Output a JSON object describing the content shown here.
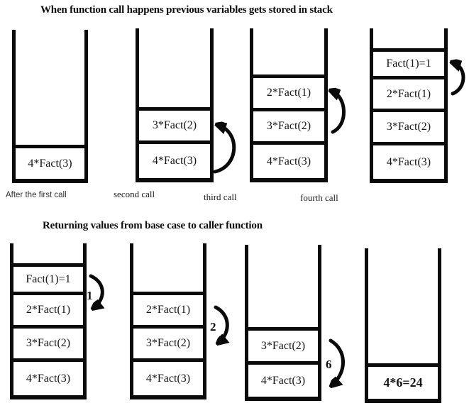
{
  "titles": {
    "call_phase": "When function call happens previous variables gets stored in stack",
    "return_phase": "Returning values from base case to caller function"
  },
  "colors": {
    "ink": "#0a0a0a",
    "paper": "#ffffff"
  },
  "call_phase": {
    "stacks": [
      {
        "caption": "After the first call",
        "cells": [
          "4*Fact(3)"
        ]
      },
      {
        "caption": "second call",
        "cells": [
          "3*Fact(2)",
          "4*Fact(3)"
        ],
        "arrow": {
          "direction": "up"
        }
      },
      {
        "caption": "third call",
        "cells": [
          "2*Fact(1)",
          "3*Fact(2)",
          "4*Fact(3)"
        ],
        "arrow": {
          "direction": "up"
        }
      },
      {
        "caption": "fourth call",
        "cells": [
          "Fact(1)=1",
          "2*Fact(1)",
          "3*Fact(2)",
          "4*Fact(3)"
        ],
        "arrow": {
          "direction": "up"
        }
      }
    ]
  },
  "return_phase": {
    "stacks": [
      {
        "cells": [
          "Fact(1)=1",
          "2*Fact(1)",
          "3*Fact(2)",
          "4*Fact(3)"
        ],
        "arrow": {
          "direction": "down",
          "label": "1"
        }
      },
      {
        "cells": [
          "2*Fact(1)",
          "3*Fact(2)",
          "4*Fact(3)"
        ],
        "arrow": {
          "direction": "down",
          "label": "2"
        }
      },
      {
        "cells": [
          "3*Fact(2)",
          "4*Fact(3)"
        ],
        "arrow": {
          "direction": "down",
          "label": "6"
        }
      },
      {
        "cells": [
          "4*6=24"
        ]
      }
    ]
  }
}
